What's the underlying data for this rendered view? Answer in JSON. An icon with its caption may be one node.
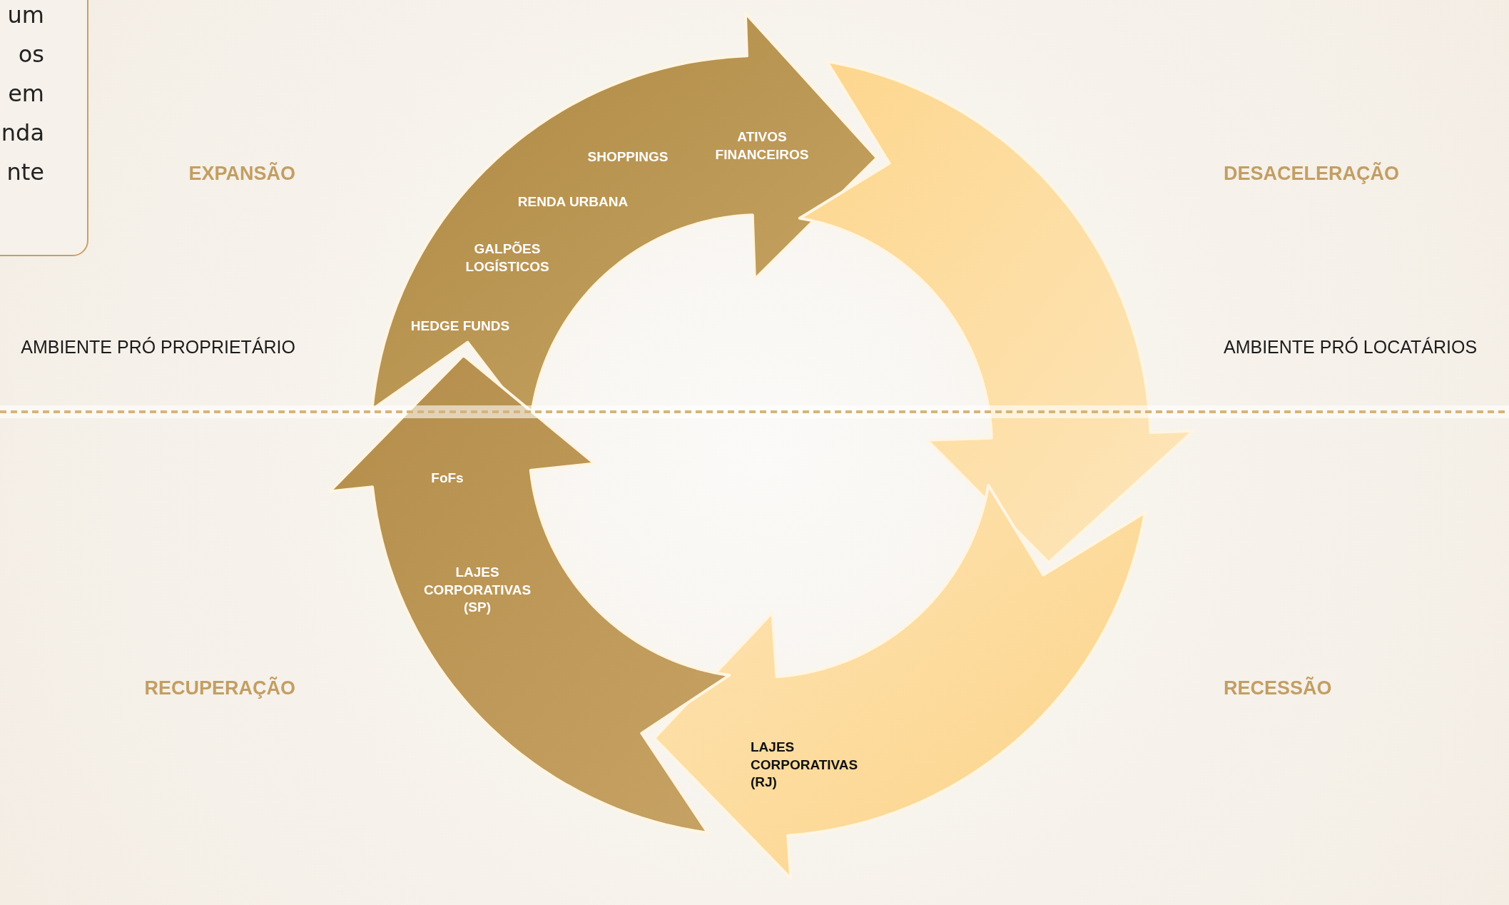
{
  "diagram": {
    "nodes": [
      {
        "text": [
          "um os em nda nte"
        ]
      }
    ],
    "labels": [
      "EXPANSÃO",
      "SHOPPINGS",
      "ATIVOS FINANCEIROS",
      "DESACELERAÇÃO",
      "RENDA URBANA",
      "GALPÕES LOGÍSTICOS",
      "AMBIENTE PRÓ PROPRIETÁRIO",
      "HEDGE FUNDS",
      "AMBIENTE PRÓ LOCATÁRIOS",
      "FoFs",
      "LAJES CORPORATIVAS (SP)",
      "RECUPERAÇÃO",
      "RECESSÃO",
      "LAJES CORPORATIVAS (RJ)"
    ]
  }
}
